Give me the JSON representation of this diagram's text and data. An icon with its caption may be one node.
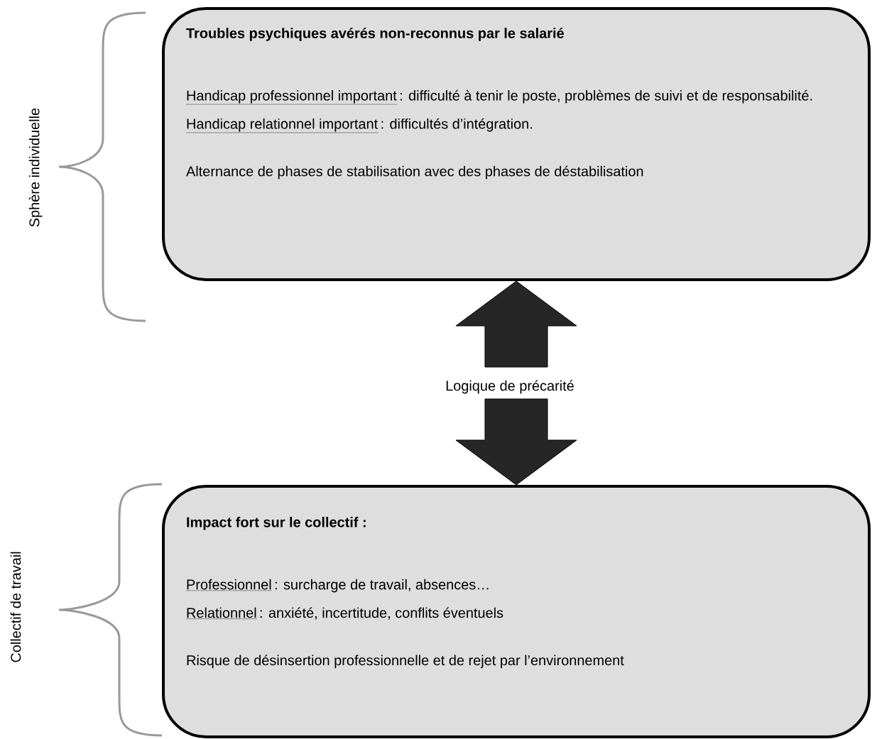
{
  "diagram": {
    "nodes": [
      {
        "text": [
          "Troubles psychiques avérés non-reconnus par le salarié",
          "Handicap professionnel important",
          ": difficulté à tenir le poste, problèmes de suivi et de responsabilité.",
          "Handicap relationnel important",
          ": difficultés d’intégration.",
          "Alternance de phases de stabilisation avec des phases de déstabilisation"
        ]
      },
      {
        "text": [
          "Impact fort sur le collectif :",
          "Professionnel",
          ": surcharge de travail, absences…",
          "Relationnel",
          ": anxiété, incertitude, conflits éventuels",
          "Risque de désinsertion professionnelle et de rejet par l’environnement"
        ]
      },
      {
        "text": [
          "Logique de précarité"
        ]
      }
    ],
    "edges": [
      {
        "from": 2,
        "to": 0,
        "arrow": "to"
      },
      {
        "from": 2,
        "to": 1,
        "arrow": "to"
      }
    ],
    "labels": [
      "Sphère individuelle",
      "Collectif de travail"
    ]
  }
}
